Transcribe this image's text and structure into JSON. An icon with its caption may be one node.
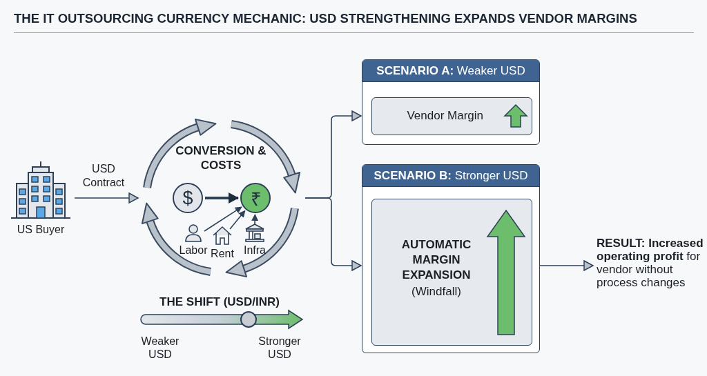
{
  "diagram": {
    "title": "THE IT OUTSOURCING CURRENCY MECHANIC: USD STRENGTHENING EXPANDS VENDOR MARGINS",
    "nodes": [
      {
        "text": [
          "US Buyer"
        ]
      },
      {
        "text": [
          "CONVERSION & COSTS"
        ]
      },
      {
        "text": [
          "$"
        ],
        "in": 1
      },
      {
        "text": [
          "₹"
        ],
        "in": 1
      },
      {
        "text": [
          "Labor"
        ],
        "in": 1
      },
      {
        "text": [
          "Rent"
        ],
        "in": 1
      },
      {
        "text": [
          "Infra"
        ],
        "in": 1
      },
      {
        "text": [
          "**SCENARIO A:** Weaker USD"
        ]
      },
      {
        "text": [
          "Vendor Margin"
        ],
        "in": 7
      },
      {
        "text": [
          "**SCENARIO B:** Stronger USD"
        ]
      },
      {
        "text": [
          "AUTOMATIC MARGIN EXPANSION",
          "(Windfall)"
        ],
        "in": 9
      },
      {
        "text": [
          "**RESULT: Increased operating profit** for vendor without process changes"
        ]
      }
    ],
    "edges": [
      {
        "from": 0,
        "to": 1,
        "arrow": "to",
        "label": "USD Contract"
      },
      {
        "from": 2,
        "to": 3,
        "arrow": "to",
        "style": "thick"
      },
      {
        "from": 4,
        "to": 3,
        "arrow": "to"
      },
      {
        "from": 5,
        "to": 3,
        "arrow": "to"
      },
      {
        "from": 6,
        "to": 3,
        "arrow": "to"
      },
      {
        "from": 1,
        "to": 7,
        "arrow": "to"
      },
      {
        "from": 1,
        "to": 9,
        "arrow": "to"
      },
      {
        "from": 9,
        "to": 11,
        "arrow": "to"
      }
    ],
    "labels": [
      "THE SHIFT (USD/INR)",
      "Weaker USD",
      "Stronger USD"
    ]
  }
}
